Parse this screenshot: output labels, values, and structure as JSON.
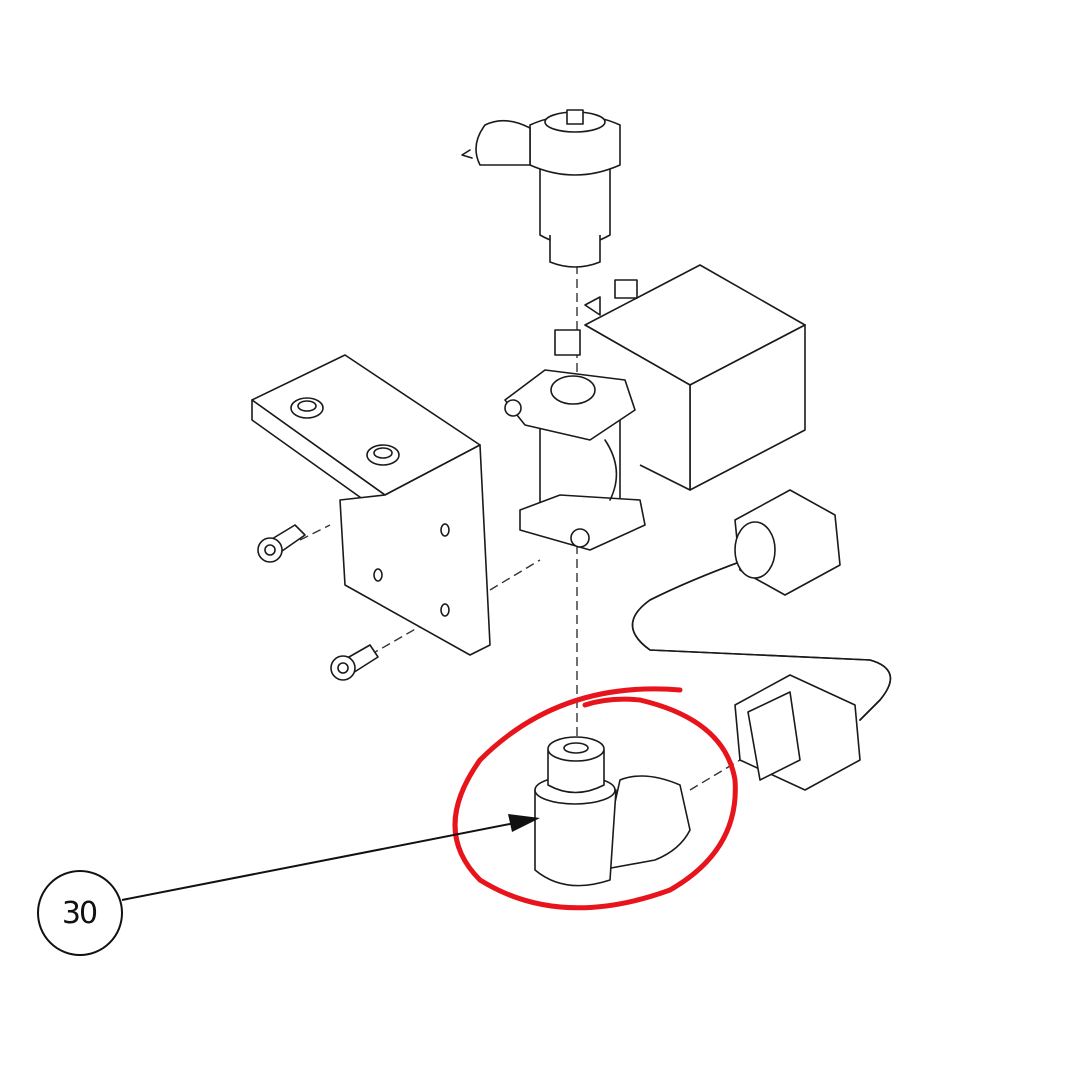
{
  "diagram": {
    "type": "exploded-parts-view",
    "subject": "solenoid valve assembly with mounting bracket, fittings and tubing",
    "callouts": [
      {
        "number": "30",
        "target": "elbow fitting",
        "highlighted": true
      }
    ],
    "highlight": {
      "shape": "hand-drawn ellipse",
      "color": "#e8141b"
    },
    "parts_visible": [
      "top inlet fitting with threaded cap",
      "solenoid coil (cube)",
      "valve body",
      "L-shaped mounting bracket",
      "cap screws (2)",
      "S-shaped tube with hex nuts",
      "elbow fitting (item 30)"
    ],
    "colors": {
      "line": "#1a1a1a",
      "highlight": "#e8141b",
      "background": "#ffffff"
    }
  }
}
